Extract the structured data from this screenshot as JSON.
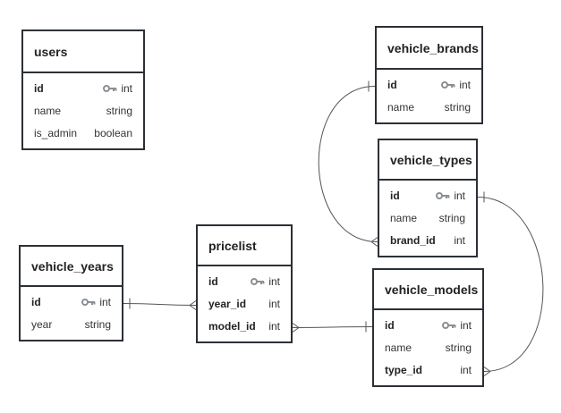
{
  "colors": {
    "border": "#2b3036",
    "edge": "#555555",
    "key": "#8a8f94"
  },
  "tables": [
    {
      "id": "users",
      "name": "users",
      "fields": [
        {
          "name": "id",
          "type": "int",
          "pk": true,
          "bold": true
        },
        {
          "name": "name",
          "type": "string"
        },
        {
          "name": "is_admin",
          "type": "boolean"
        }
      ]
    },
    {
      "id": "vehicle_brands",
      "name": "vehicle_brands",
      "fields": [
        {
          "name": "id",
          "type": "int",
          "pk": true,
          "bold": true
        },
        {
          "name": "name",
          "type": "string"
        }
      ]
    },
    {
      "id": "vehicle_types",
      "name": "vehicle_types",
      "fields": [
        {
          "name": "id",
          "type": "int",
          "pk": true,
          "bold": true
        },
        {
          "name": "name",
          "type": "string"
        },
        {
          "name": "brand_id",
          "type": "int",
          "bold": true
        }
      ]
    },
    {
      "id": "vehicle_years",
      "name": "vehicle_years",
      "fields": [
        {
          "name": "id",
          "type": "int",
          "pk": true,
          "bold": true
        },
        {
          "name": "year",
          "type": "string"
        }
      ]
    },
    {
      "id": "pricelist",
      "name": "pricelist",
      "fields": [
        {
          "name": "id",
          "type": "int",
          "pk": true,
          "bold": true
        },
        {
          "name": "year_id",
          "type": "int",
          "bold": true
        },
        {
          "name": "model_id",
          "type": "int",
          "bold": true
        }
      ]
    },
    {
      "id": "vehicle_models",
      "name": "vehicle_models",
      "fields": [
        {
          "name": "id",
          "type": "int",
          "pk": true,
          "bold": true
        },
        {
          "name": "name",
          "type": "string"
        },
        {
          "name": "type_id",
          "type": "int",
          "bold": true
        }
      ]
    }
  ],
  "relations": [
    {
      "from": "vehicle_brands.id",
      "to": "vehicle_types.brand_id",
      "from_card": "one",
      "to_card": "many"
    },
    {
      "from": "vehicle_types.id",
      "to": "vehicle_models.type_id",
      "from_card": "one",
      "to_card": "many"
    },
    {
      "from": "vehicle_years.id",
      "to": "pricelist.year_id",
      "from_card": "one",
      "to_card": "many"
    },
    {
      "from": "pricelist.model_id",
      "to": "vehicle_models.id",
      "from_card": "many",
      "to_card": "one"
    }
  ]
}
